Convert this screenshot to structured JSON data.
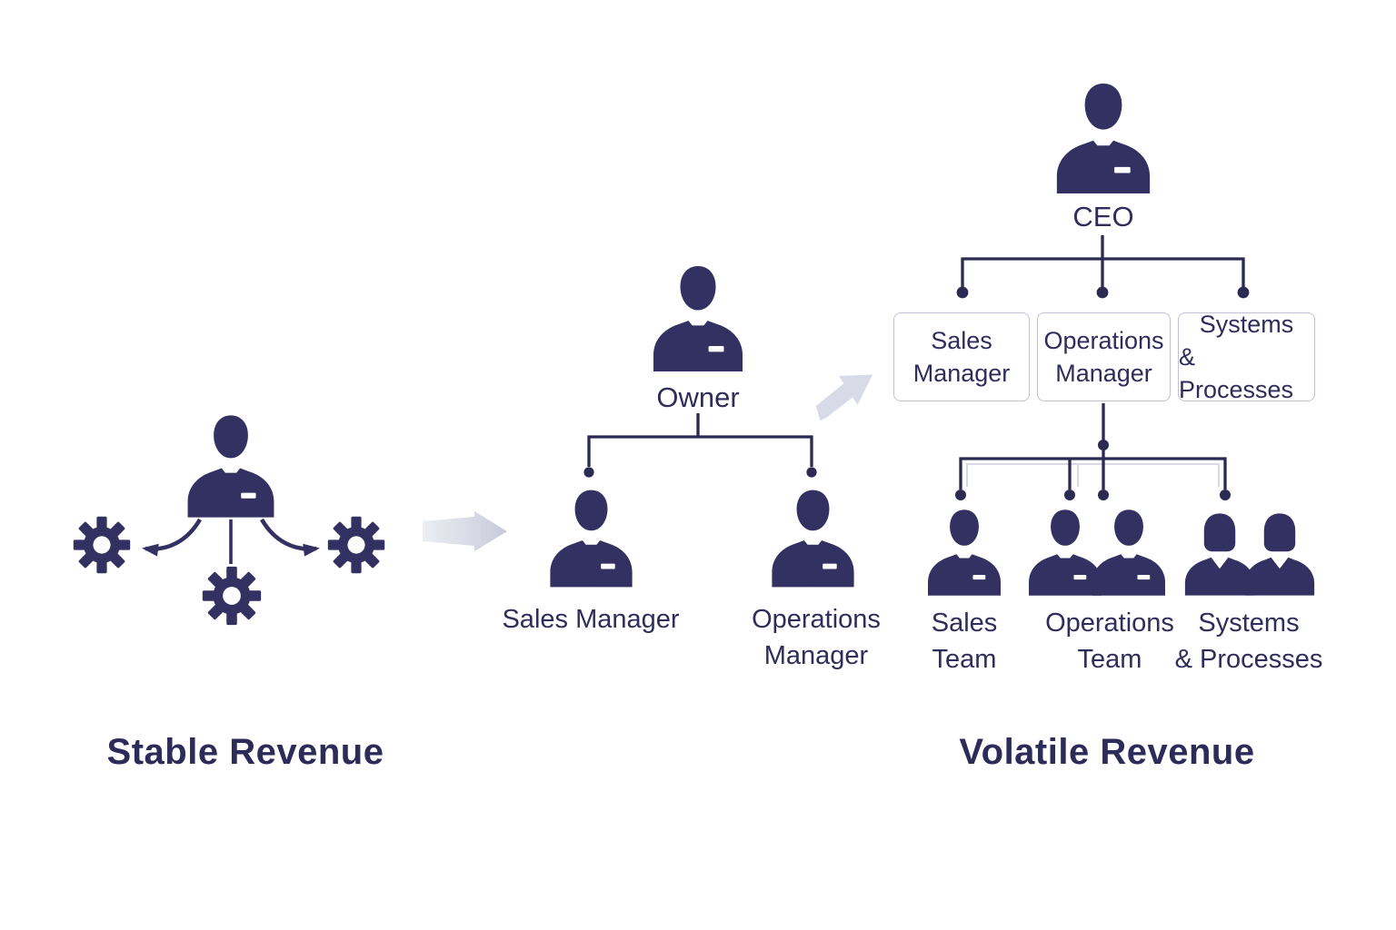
{
  "stable": {
    "caption": "Stable Revenue"
  },
  "owner_stage": {
    "root_label": "Owner",
    "child1_label": "Sales Manager",
    "child2_line1": "Operations",
    "child2_line2": "Manager"
  },
  "ceo_stage": {
    "root_label": "CEO",
    "boxes": [
      {
        "line1": "Sales",
        "line2": "Manager"
      },
      {
        "line1": "Operations",
        "line2": "Manager"
      },
      {
        "line1": "Systems",
        "line2": "& Processes"
      }
    ],
    "teams": [
      {
        "line1": "Sales",
        "line2": "Team"
      },
      {
        "line1": "Operations",
        "line2": "Team"
      },
      {
        "line1": "Systems",
        "line2": "& Processes"
      }
    ],
    "caption": "Volatile Revenue"
  },
  "icons": {
    "businessman-icon": "navy silhouette of man in suit with tie and pocket square",
    "team-member-icon": "navy silhouette with v-neck collar",
    "gear-icon": "navy cog wheel",
    "arrow-right-icon": "light gray block arrow pointing right",
    "arrow-up-right-icon": "light gray block arrow pointing up-right"
  },
  "colors": {
    "silhouette": "#333161",
    "text": "#2e2d5b",
    "connector": "#2b2a52",
    "box_border": "#c1c1d5",
    "arrow_gray": "#d9dae6"
  }
}
